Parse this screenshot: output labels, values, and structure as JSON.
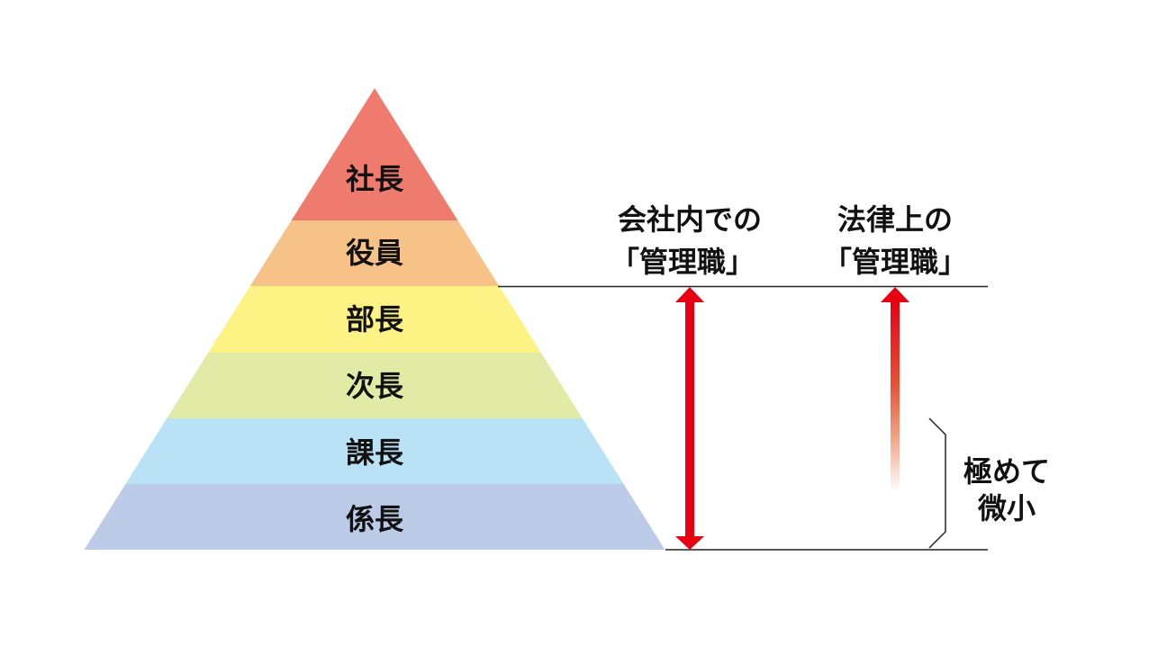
{
  "pyramid": {
    "levels": [
      {
        "label": "社長",
        "color": "#ee7b6d"
      },
      {
        "label": "役員",
        "color": "#f7c287"
      },
      {
        "label": "部長",
        "color": "#fdf385"
      },
      {
        "label": "次長",
        "color": "#e2eba6"
      },
      {
        "label": "課長",
        "color": "#bae2f6"
      },
      {
        "label": "係長",
        "color": "#bccbe8"
      }
    ]
  },
  "company_manager": {
    "line1": "会社内での",
    "line2": "「管理職」",
    "arrow_color": "#e60012"
  },
  "legal_manager": {
    "line1": "法律上の",
    "line2": "「管理職」",
    "arrow_color": "#e60012"
  },
  "brace_note": {
    "line1": "極めて",
    "line2": "微小"
  }
}
